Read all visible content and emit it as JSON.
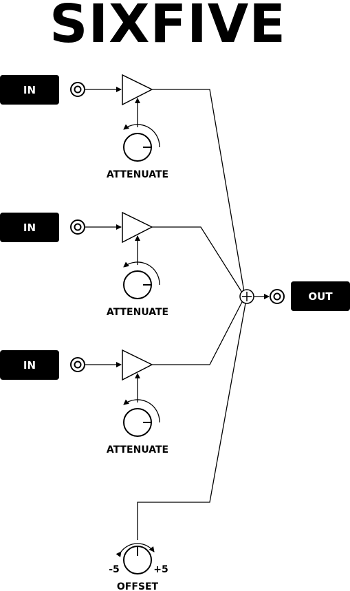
{
  "title": "SIXFIVE",
  "channels": [
    {
      "input_label": "IN",
      "knob_label": "ATTENUATE"
    },
    {
      "input_label": "IN",
      "knob_label": "ATTENUATE"
    },
    {
      "input_label": "IN",
      "knob_label": "ATTENUATE"
    }
  ],
  "output": {
    "label": "OUT"
  },
  "offset": {
    "label": "OFFSET",
    "min_label": "-5",
    "max_label": "+5"
  },
  "colors": {
    "ink": "#000000",
    "background": "#ffffff",
    "pill_text": "#ffffff"
  },
  "icons": {
    "jack": "jack-icon",
    "amplifier": "amplifier-triangle-icon",
    "knob": "knob-icon",
    "summing": "summing-node-icon"
  }
}
